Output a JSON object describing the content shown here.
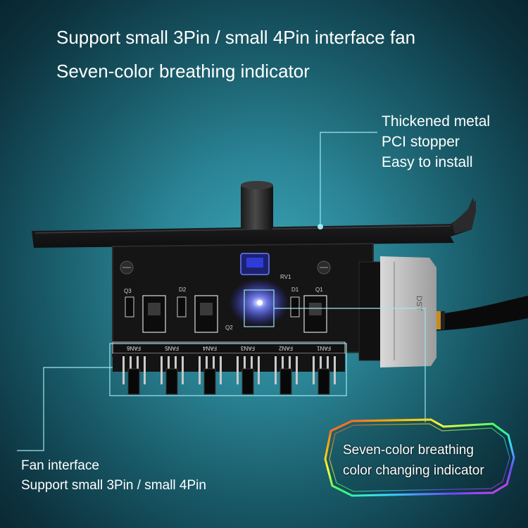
{
  "headline": {
    "line1": "Support small 3Pin / small 4Pin interface fan",
    "line2": "Seven-color breathing indicator"
  },
  "callout_bracket": {
    "line1": "Thickened metal",
    "line2": "PCI stopper",
    "line3": "Easy to install"
  },
  "callout_fan": {
    "line1": "Fan interface",
    "line2": "Support small 3Pin / small 4Pin"
  },
  "callout_led": {
    "line1": "Seven-color breathing",
    "line2": "color changing indicator"
  },
  "board": {
    "fan_labels": [
      "FAN6",
      "FAN5",
      "FAN4",
      "FAN3",
      "FAN2",
      "FAN1"
    ],
    "component_labels": [
      "Q3",
      "Q2",
      "Q1",
      "D2",
      "D1",
      "RV1"
    ],
    "connector_label": "DST"
  },
  "colors": {
    "accent_line": "#9fe6f0",
    "pcb": "#151516",
    "bracket": "#1b1b1d",
    "led_glow": "#5b6cff"
  }
}
